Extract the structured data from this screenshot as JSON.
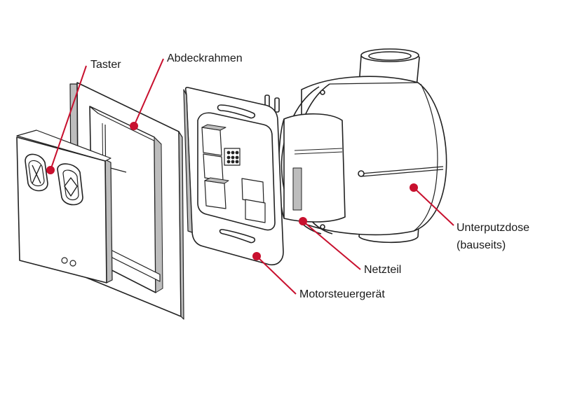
{
  "labels": {
    "taster": "Taster",
    "abdeckrahmen": "Abdeckrahmen",
    "unterputzdose_line1": "Unterputzdose",
    "unterputzdose_line2": "(bauseits)",
    "netzteil": "Netzteil",
    "motorsteuergeraet": "Motorsteuergerät"
  },
  "colors": {
    "callout": "#c8102e",
    "outline": "#222222",
    "shade": "#bdbdbd",
    "fill": "#ffffff"
  }
}
